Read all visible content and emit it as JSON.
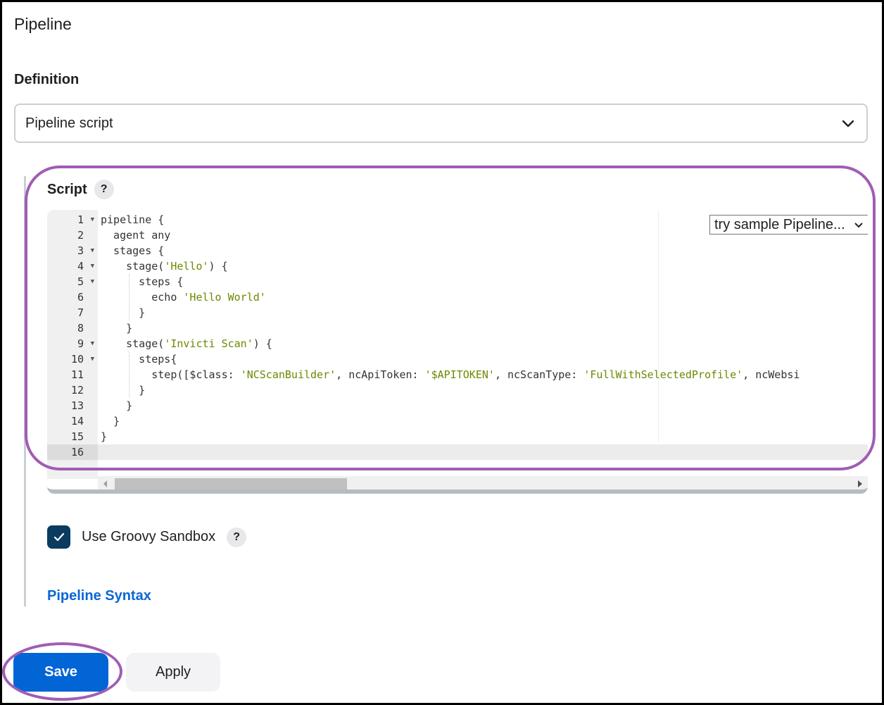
{
  "section": {
    "title": "Pipeline"
  },
  "definition": {
    "label": "Definition",
    "selected": "Pipeline script",
    "chevron_icon": "chevron-down-icon"
  },
  "script": {
    "label": "Script",
    "help": "?",
    "sample_select": "try sample Pipeline...",
    "lines": [
      {
        "n": "1",
        "fold": true,
        "code": [
          {
            "t": "pipeline {"
          }
        ]
      },
      {
        "n": "2",
        "fold": false,
        "code": [
          {
            "t": "  agent any"
          }
        ]
      },
      {
        "n": "3",
        "fold": true,
        "code": [
          {
            "t": "  stages {"
          }
        ]
      },
      {
        "n": "4",
        "fold": true,
        "code": [
          {
            "t": "    stage("
          },
          {
            "s": "'Hello'"
          },
          {
            "t": ") {"
          }
        ]
      },
      {
        "n": "5",
        "fold": true,
        "code": [
          {
            "t": "      steps {"
          }
        ]
      },
      {
        "n": "6",
        "fold": false,
        "code": [
          {
            "t": "        echo "
          },
          {
            "s": "'Hello World'"
          }
        ]
      },
      {
        "n": "7",
        "fold": false,
        "code": [
          {
            "t": "      }"
          }
        ]
      },
      {
        "n": "8",
        "fold": false,
        "code": [
          {
            "t": "    }"
          }
        ]
      },
      {
        "n": "9",
        "fold": true,
        "code": [
          {
            "t": "    stage("
          },
          {
            "s": "'Invicti Scan'"
          },
          {
            "t": ") {"
          }
        ]
      },
      {
        "n": "10",
        "fold": true,
        "code": [
          {
            "t": "      steps{"
          }
        ]
      },
      {
        "n": "11",
        "fold": false,
        "code": [
          {
            "t": "        step([$class: "
          },
          {
            "s": "'NCScanBuilder'"
          },
          {
            "t": ", ncApiToken: "
          },
          {
            "s": "'$APITOKEN'"
          },
          {
            "t": ", ncScanType: "
          },
          {
            "s": "'FullWithSelectedProfile'"
          },
          {
            "t": ", ncWebsi"
          }
        ]
      },
      {
        "n": "12",
        "fold": false,
        "code": [
          {
            "t": "      }"
          }
        ]
      },
      {
        "n": "13",
        "fold": false,
        "code": [
          {
            "t": "    }"
          }
        ]
      },
      {
        "n": "14",
        "fold": false,
        "code": [
          {
            "t": "  }"
          }
        ]
      },
      {
        "n": "15",
        "fold": false,
        "code": [
          {
            "t": "}"
          }
        ]
      },
      {
        "n": "16",
        "fold": false,
        "code": [],
        "active": true
      }
    ]
  },
  "sandbox": {
    "label": "Use Groovy Sandbox",
    "checked": true,
    "help": "?"
  },
  "links": {
    "pipeline_syntax": "Pipeline Syntax"
  },
  "buttons": {
    "save": "Save",
    "apply": "Apply"
  },
  "colors": {
    "primary": "#0265d6",
    "link": "#0b66d6",
    "checkbox": "#0b3b5e",
    "string_literal": "#6a8a00",
    "annotation": "#a05db4"
  }
}
